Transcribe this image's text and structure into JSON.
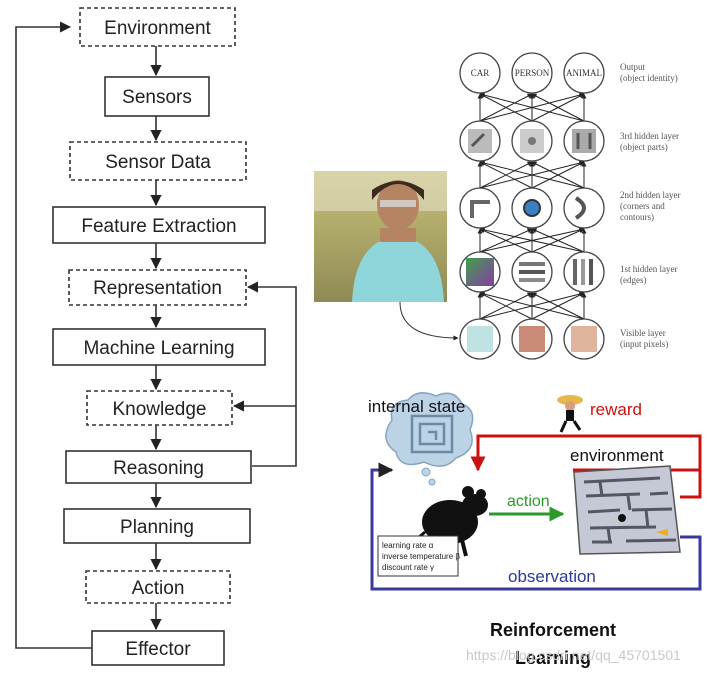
{
  "flowchart": {
    "steps": [
      {
        "label": "Environment",
        "style": "dashed"
      },
      {
        "label": "Sensors",
        "style": "solid"
      },
      {
        "label": "Sensor Data",
        "style": "dashed"
      },
      {
        "label": "Feature Extraction",
        "style": "solid"
      },
      {
        "label": "Representation",
        "style": "dashed"
      },
      {
        "label": "Machine Learning",
        "style": "solid"
      },
      {
        "label": "Knowledge",
        "style": "dashed"
      },
      {
        "label": "Reasoning",
        "style": "solid"
      },
      {
        "label": "Planning",
        "style": "solid"
      },
      {
        "label": "Action",
        "style": "dashed"
      },
      {
        "label": "Effector",
        "style": "solid"
      }
    ]
  },
  "network": {
    "outputs": [
      "CAR",
      "PERSON",
      "ANIMAL"
    ],
    "layers": [
      {
        "name": "Output",
        "detail": "(object identity)"
      },
      {
        "name": "3rd hidden layer",
        "detail": "(object parts)"
      },
      {
        "name": "2nd hidden layer",
        "detail": "(corners and",
        "detail2": "contours)"
      },
      {
        "name": "1st hidden layer",
        "detail": "(edges)"
      },
      {
        "name": "Visible layer",
        "detail": "(input pixels)"
      }
    ]
  },
  "rl": {
    "internal_state": "internal state",
    "reward": "reward",
    "environment": "environment",
    "action": "action",
    "observation": "observation",
    "params": [
      "learning rate α",
      "inverse temperature β",
      "discount rate γ"
    ],
    "title_line1": "Reinforcement",
    "title_line2": "Learning",
    "colors": {
      "reward": "#cc1111",
      "action": "#2a9a2a",
      "observation": "#2a3a9a"
    }
  },
  "watermark": "https://blog.csdn.net/qq_45701501"
}
